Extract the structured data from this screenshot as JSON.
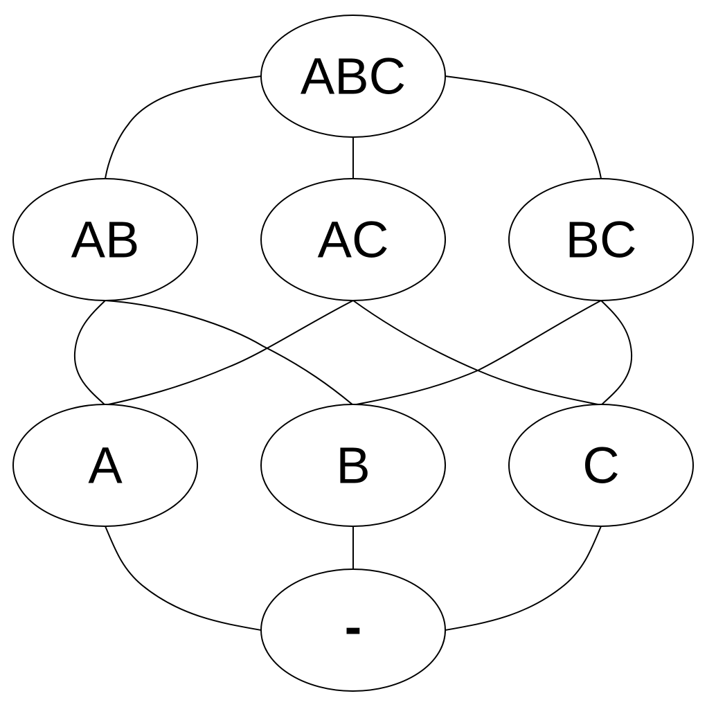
{
  "diagram": {
    "nodes": [
      {
        "id": "abc",
        "label": "ABC"
      },
      {
        "id": "ab",
        "label": "AB"
      },
      {
        "id": "ac",
        "label": "AC"
      },
      {
        "id": "bc",
        "label": "BC"
      },
      {
        "id": "a",
        "label": "A"
      },
      {
        "id": "b",
        "label": "B"
      },
      {
        "id": "c",
        "label": "C"
      },
      {
        "id": "empty",
        "label": "-"
      }
    ],
    "edges": [
      {
        "from": "abc",
        "to": "ab"
      },
      {
        "from": "abc",
        "to": "ac"
      },
      {
        "from": "abc",
        "to": "bc"
      },
      {
        "from": "ab",
        "to": "a"
      },
      {
        "from": "ab",
        "to": "b"
      },
      {
        "from": "ac",
        "to": "a"
      },
      {
        "from": "ac",
        "to": "c"
      },
      {
        "from": "bc",
        "to": "b"
      },
      {
        "from": "bc",
        "to": "c"
      },
      {
        "from": "a",
        "to": "empty"
      },
      {
        "from": "b",
        "to": "empty"
      },
      {
        "from": "c",
        "to": "empty"
      }
    ]
  }
}
